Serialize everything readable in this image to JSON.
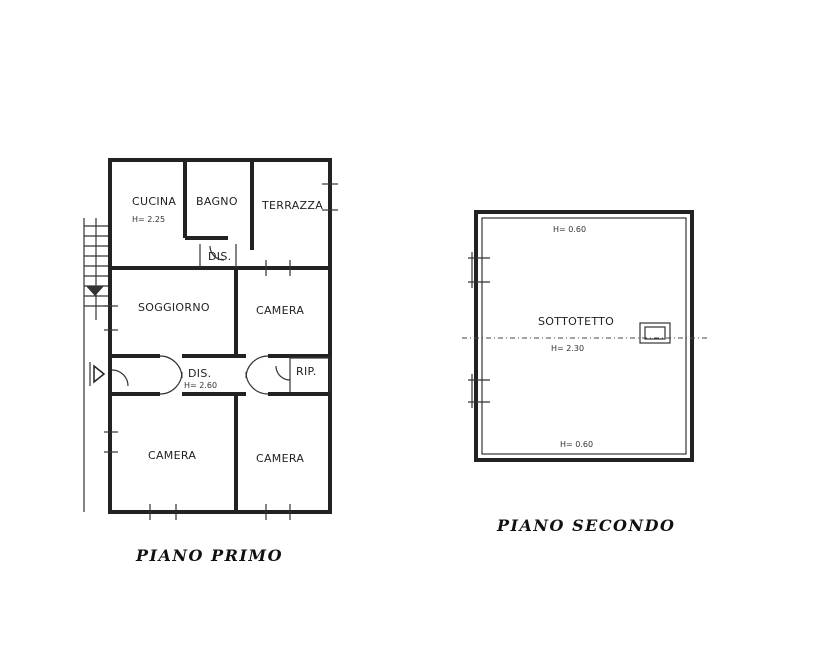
{
  "piano_primo": {
    "title": "PIANO PRIMO",
    "rooms": {
      "cucina": "CUCINA",
      "cucina_h": "H= 2.25",
      "bagno": "BAGNO",
      "terrazza": "TERRAZZA",
      "dis_top": "DIS.",
      "soggiorno": "SOGGIORNO",
      "camera_1": "CAMERA",
      "dis_mid": "DIS.",
      "dis_mid_h": "H= 2.60",
      "rip": "RIP.",
      "camera_2": "CAMERA",
      "camera_3": "CAMERA"
    }
  },
  "piano_secondo": {
    "title": "PIANO SECONDO",
    "rooms": {
      "sottotetto": "SOTTOTETTO",
      "h_top": "H= 0.60",
      "h_mid": "H= 2.30",
      "h_bottom": "H= 0.60"
    }
  }
}
